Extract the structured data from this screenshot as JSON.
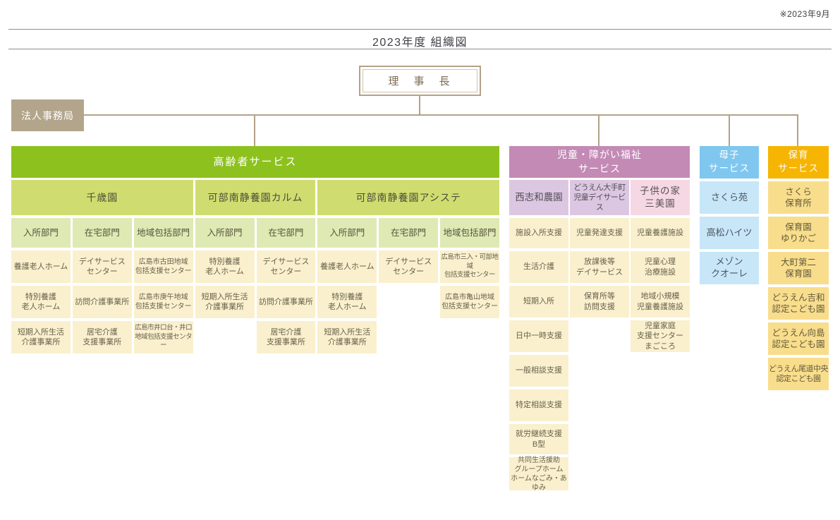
{
  "note": "※2023年9月",
  "title": "2023年度 組織図",
  "chairman": "理　事　長",
  "corporate_office": "法人事務局",
  "palette": {
    "line_tan": "#b3a289",
    "corporate_office_bg": "#b2a58b",
    "elderly_header": "#8dc21e",
    "elderly_sub": "#cfdd70",
    "elderly_dept": "#dfe9b4",
    "item_cream": "#faf0ce",
    "child_header": "#c38ab6",
    "child_sub_purple": "#dcc7e2",
    "child_sub_pink": "#f5d8e4",
    "mother_header": "#7fc7ef",
    "mother_item": "#c7e6f8",
    "care_header": "#f6b502",
    "care_item": "#f8dd8c"
  },
  "elderly": {
    "header": "高齢者サービス",
    "facilities": [
      {
        "name": "千歳園",
        "departments": [
          {
            "label": "入所部門",
            "items": [
              "養護老人ホーム",
              "特別養護\n老人ホーム",
              "短期入所生活\n介護事業所"
            ]
          },
          {
            "label": "在宅部門",
            "items": [
              "デイサービス\nセンター",
              "訪問介護事業所",
              "居宅介護\n支援事業所"
            ]
          },
          {
            "label": "地域包括部門",
            "items": [
              "広島市古田地域\n包括支援センター",
              "広島市庚午地域\n包括支援センター",
              "広島市井口台・井口\n地域包括支援センター"
            ]
          }
        ]
      },
      {
        "name": "可部南静養園カルム",
        "departments": [
          {
            "label": "入所部門",
            "items": [
              "特別養護\n老人ホーム",
              "短期入所生活\n介護事業所"
            ]
          },
          {
            "label": "在宅部門",
            "items": [
              "デイサービス\nセンター",
              "訪問介護事業所",
              "居宅介護\n支援事業所"
            ]
          }
        ]
      },
      {
        "name": "可部南静養園アシステ",
        "departments": [
          {
            "label": "入所部門",
            "items": [
              "養護老人ホーム",
              "特別養護\n老人ホーム",
              "短期入所生活\n介護事業所"
            ]
          },
          {
            "label": "在宅部門",
            "items": [
              "デイサービス\nセンター"
            ]
          },
          {
            "label": "地域包括部門",
            "items": [
              "広島市三入・可部地域\n包括支援センター",
              "広島市亀山地域\n包括支援センター"
            ]
          }
        ]
      }
    ]
  },
  "child_welfare": {
    "header": "児童・障がい福祉\nサービス",
    "facilities": [
      {
        "name": "西志和農園",
        "items": [
          "施設入所支援",
          "生活介護",
          "短期入所",
          "日中一時支援",
          "一般相談支援",
          "特定相談支援",
          "就労継続支援\nB型",
          "共同生活援助\nグループホーム\nホームなごみ・あゆみ"
        ]
      },
      {
        "name": "どうえん大手町\n児童デイサービス",
        "items": [
          "児童発達支援",
          "放課後等\nデイサービス",
          "保育所等\n訪問支援"
        ]
      },
      {
        "name": "子供の家\n三美園",
        "items": [
          "児童養護施設",
          "児童心理\n治療施設",
          "地域小規模\n児童養護施設",
          "児童家庭\n支援センター\nまごころ"
        ]
      }
    ]
  },
  "mother_child": {
    "header": "母子\nサービス",
    "items": [
      "さくら苑",
      "高松ハイツ",
      "メゾン\nクオーレ"
    ]
  },
  "childcare": {
    "header": "保育\nサービス",
    "items": [
      "さくら\n保育所",
      "保育園\nゆりかご",
      "大町第二\n保育園",
      "どうえん吉和\n認定こども園",
      "どうえん向島\n認定こども園",
      "どうえん尾道中央\n認定こども園"
    ]
  }
}
